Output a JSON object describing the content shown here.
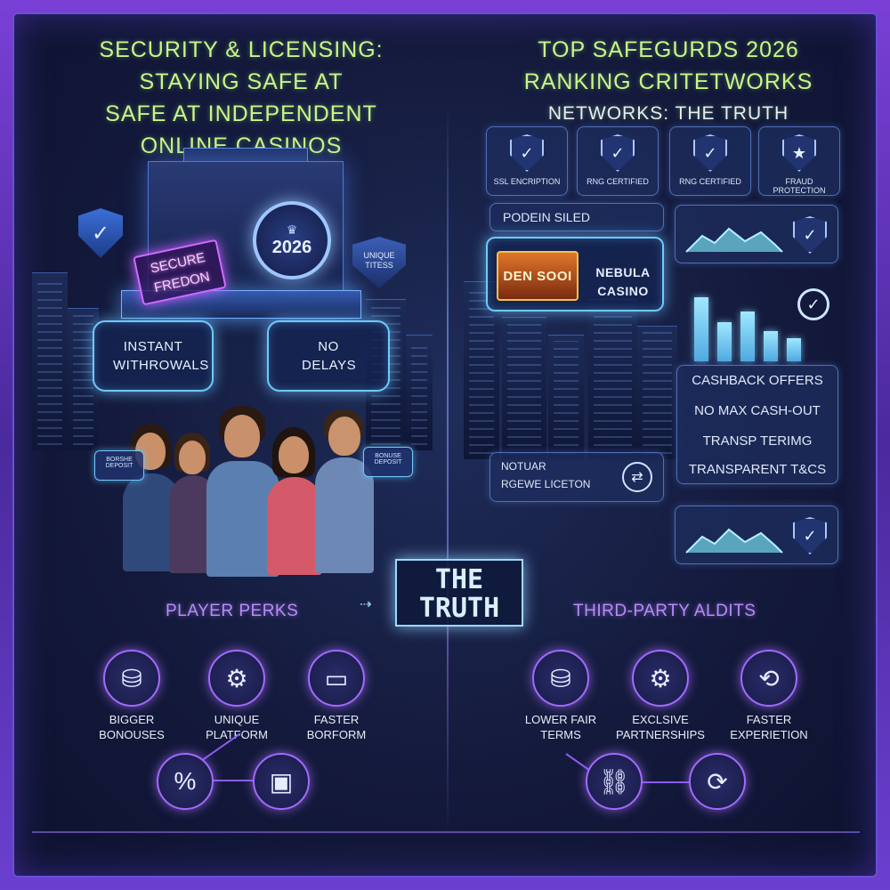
{
  "left": {
    "title_lines": [
      "SECURITY & LICENSING:",
      "STAYING SAFE AT",
      "SAFE AT   INDEPENDENT",
      "ONLINE CASINOS"
    ],
    "badge_year": "2026",
    "neon_sign": [
      "SECURE",
      "FREDON"
    ],
    "unique_tag": "UNIQUE TITESS",
    "boxes": [
      "INSTANT WITHROWALS",
      "NO DELAYS"
    ],
    "phone_notes": [
      "BORSHE DEPOSIT",
      "BONUSE DEPOSIT"
    ],
    "section_title": "PLAYER PERKS",
    "perks": [
      {
        "icon": "coins-percent-icon",
        "label": "BIGGER BONOUSES"
      },
      {
        "icon": "gear-icon",
        "label": "UNIQUE PLATFORM"
      },
      {
        "icon": "card-icon",
        "label": "FASTER BORFORM"
      }
    ],
    "bottom_icons": [
      {
        "icon": "percent-icon",
        "glyph": "%"
      },
      {
        "icon": "box-icon",
        "glyph": "▣"
      }
    ]
  },
  "center": {
    "truth_lines": [
      "THE",
      "TRUTH"
    ],
    "arrow": "⇢"
  },
  "right": {
    "title_lines": [
      "TOP SAFEGURDS 2026",
      "RANKING CRITETWORKS"
    ],
    "subtitle": "NETWORKS: THE TRUTH",
    "cards": [
      {
        "label": "SSL ENCRIPTION",
        "glyph": "✓"
      },
      {
        "label": "RNG CERTIFIED",
        "glyph": "✓"
      },
      {
        "label": "RNG CERTIFIED",
        "glyph": "✓"
      },
      {
        "label": "FRAUD PROTECTION",
        "glyph": "★"
      }
    ],
    "podein_label": "PODEIN SILED",
    "casino_logos": [
      "DEN SOOI",
      "NEBULA CASINO"
    ],
    "list_items": [
      "CASHBACK OFFERS",
      "NO MAX CASH-OUT",
      "TRANSP TERIMG",
      "TRANSPARENT T&CS"
    ],
    "notice": {
      "line1": "NOTUAR",
      "line2": "RGEWE LICETON"
    },
    "section_title": "THIRD-PARTY ALDITS",
    "audits": [
      {
        "icon": "coins-icon",
        "label": "LOWER FAIR TERMS"
      },
      {
        "icon": "gear-icon",
        "label": "EXCLSIVE PARTNERSHIPS"
      },
      {
        "icon": "refresh-icon",
        "label": "FASTER EXPERIETION"
      }
    ],
    "bottom_icons": [
      {
        "icon": "link-icon",
        "glyph": "⛓"
      },
      {
        "icon": "sync-icon",
        "glyph": "⟳"
      }
    ]
  }
}
